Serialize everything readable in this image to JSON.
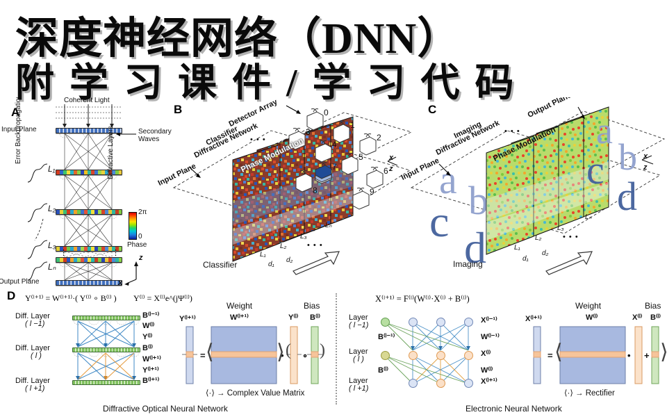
{
  "banner": {
    "line1": "深度神经网络（DNN）",
    "line2": "附 学 习 课 件 / 学 习 代 码"
  },
  "figure": {
    "panels": [
      {
        "letter": "A",
        "name": "diffractive-deep-neural-network-schematic"
      },
      {
        "letter": "B",
        "name": "classifier-diffractive-network"
      },
      {
        "letter": "C",
        "name": "imaging-diffractive-network"
      },
      {
        "letter": "D",
        "name": "comparison-optical-vs-electronic"
      }
    ]
  },
  "panel_a": {
    "letter": "A",
    "coherent_light": "Coherent Light",
    "input_plane": "Input Plane",
    "output_plane": "Output Plane",
    "secondary_waves": "Secondary\nWaves",
    "secondary_waves_l1": "Secondary",
    "secondary_waves_l2": "Waves",
    "diffractive_layers": "Diffractive Layers",
    "backprop": "Error Backpropagation Learning",
    "layers": [
      "L₁",
      "L₂",
      "L₃",
      "Lₙ"
    ],
    "ellipsis": "⋮",
    "colorbar": {
      "top_label": "2π",
      "bottom_label": "0",
      "caption": "Phase",
      "top_color": "#d40000",
      "bottom_color": "#0d1f9e"
    },
    "axes": {
      "z": "z",
      "x": "x"
    }
  },
  "panel_b": {
    "letter": "B",
    "title_l1": "Classifier",
    "title_l2": "Diffractive Network",
    "phase_modulation": "Phase Modulation",
    "input_plane_l1": "Input Plane",
    "detector_array": "Detector Array",
    "caption": "Classifier",
    "layers": [
      "L₁",
      "L₂",
      "L₃",
      "Lₙ"
    ],
    "distances": [
      "d₁",
      "d₂"
    ],
    "ellipsis": "• • •",
    "detectors": [
      "0",
      "1",
      "2",
      "3",
      "4",
      "5",
      "6",
      "7",
      "8",
      "9"
    ],
    "highlighted_detector": "7",
    "axes": {
      "x": "x",
      "z": "z"
    }
  },
  "panel_c": {
    "letter": "C",
    "title_l1": "Imaging",
    "title_l2": "Diffractive Network",
    "phase_modulation": "Phase Modulation",
    "input_plane": "Input Plane",
    "output_plane": "Output Plane",
    "caption": "Imaging",
    "layers": [
      "L₁",
      "L₂",
      "L₃",
      "Lₙ"
    ],
    "distances": [
      "d₁",
      "d₂"
    ],
    "ellipsis": "• • •",
    "input_letters": [
      "a",
      "b",
      "c",
      "d"
    ],
    "output_letters": [
      "a",
      "b",
      "c",
      "d"
    ],
    "axes": {
      "x": "x",
      "z": "z"
    }
  },
  "panel_d": {
    "letter": "D",
    "left": {
      "equation_1": "Y⁽ˡ⁺¹⁾ = W⁽ˡ⁺¹⁾·( Y⁽ˡ⁾ ∘ B⁽ˡ⁾ )",
      "equation_2": "Y⁽ˡ⁾ = X⁽ˡ⁾e^(jΨ⁽ˡ⁾)",
      "layer_rows": [
        {
          "l1": "Diff. Layer",
          "l2": "( l −1)"
        },
        {
          "l1": "Diff. Layer",
          "l2": "( l )"
        },
        {
          "l1": "Diff. Layer",
          "l2": "( l +1)"
        }
      ],
      "right_labels": [
        "B⁽ˡ⁻¹⁾",
        "W⁽ˡ⁾",
        "Y⁽ˡ⁾",
        "B⁽ˡ⁾",
        "W⁽ˡ⁺¹⁾",
        "Y⁽ˡ⁺¹⁾",
        "B⁽ˡ⁺¹⁾"
      ],
      "matrix": {
        "result_label": "Y⁽ˡ⁺¹⁾",
        "weight_title": "Weight",
        "weight_label": "W⁽ˡ⁺¹⁾",
        "bias_title": "Bias",
        "vec_label": "Y⁽ˡ⁾",
        "bias_label": "B⁽ˡ⁾",
        "equals": "=",
        "dot": "•",
        "hadamard": "∘"
      },
      "note": "⟨·⟩ → Complex Value Matrix",
      "caption": "Diffractive Optical Neural Network"
    },
    "right": {
      "equation": "X⁽ˡ⁺¹⁾ = F⁽ˡ⁾(W⁽ˡ⁾·X⁽ˡ⁾ + B⁽ˡ⁾)",
      "layer_rows": [
        {
          "l1": "Layer",
          "l2": "( l −1)"
        },
        {
          "l1": "Layer",
          "l2": "( l )"
        },
        {
          "l1": "Layer",
          "l2": "( l +1)"
        }
      ],
      "bias_labels": [
        "B⁽ˡ⁻¹⁾",
        "B⁽ˡ⁾"
      ],
      "right_labels": [
        "X⁽ˡ⁻¹⁾",
        "W⁽ˡ⁻¹⁾",
        "X⁽ˡ⁾",
        "W⁽ˡ⁾",
        "X⁽ˡ⁺¹⁾"
      ],
      "matrix": {
        "result_label": "X⁽ˡ⁺¹⁾",
        "weight_title": "Weight",
        "weight_label": "W⁽ˡ⁾",
        "bias_title": "Bias",
        "vec_label": "X⁽ˡ⁾",
        "bias_label": "B⁽ˡ⁾",
        "equals": "=",
        "dot": "•",
        "plus": "+"
      },
      "note": "⟨·⟩ → Rectifier",
      "caption": "Electronic Neural Network"
    }
  },
  "colors": {
    "plate_classifier_dominant": "#b03a2e",
    "plate_imaging_dominant": "#8ec63f",
    "node_blue": "#dbe4f5",
    "node_green": "#b8dfa2",
    "node_orange": "#fbe0c8",
    "matrix_blue": "#a8b9e0",
    "stripe_orange": "#f6c49a"
  }
}
